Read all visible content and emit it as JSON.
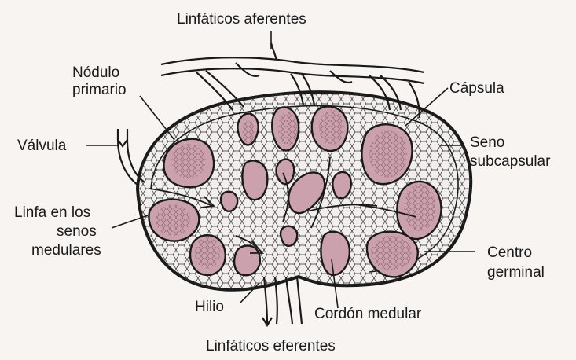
{
  "labels": {
    "afferent": "Linfáticos aferentes",
    "primary_nodule_1": "Nódulo",
    "primary_nodule_2": "primario",
    "capsule": "Cápsula",
    "valve": "Válvula",
    "subcapsular_1": "Seno",
    "subcapsular_2": "subcapsular",
    "medullary_lymph_1": "Linfa en los",
    "medullary_lymph_2": "senos",
    "medullary_lymph_3": "medulares",
    "germinal_1": "Centro",
    "germinal_2": "germinal",
    "hilum": "Hilio",
    "medullary_cord": "Cordón medular",
    "efferent": "Linfáticos eferentes"
  },
  "colors": {
    "follicle": "#caa1ad",
    "outline": "#1a1a1a",
    "background": "#f7f4f2"
  }
}
